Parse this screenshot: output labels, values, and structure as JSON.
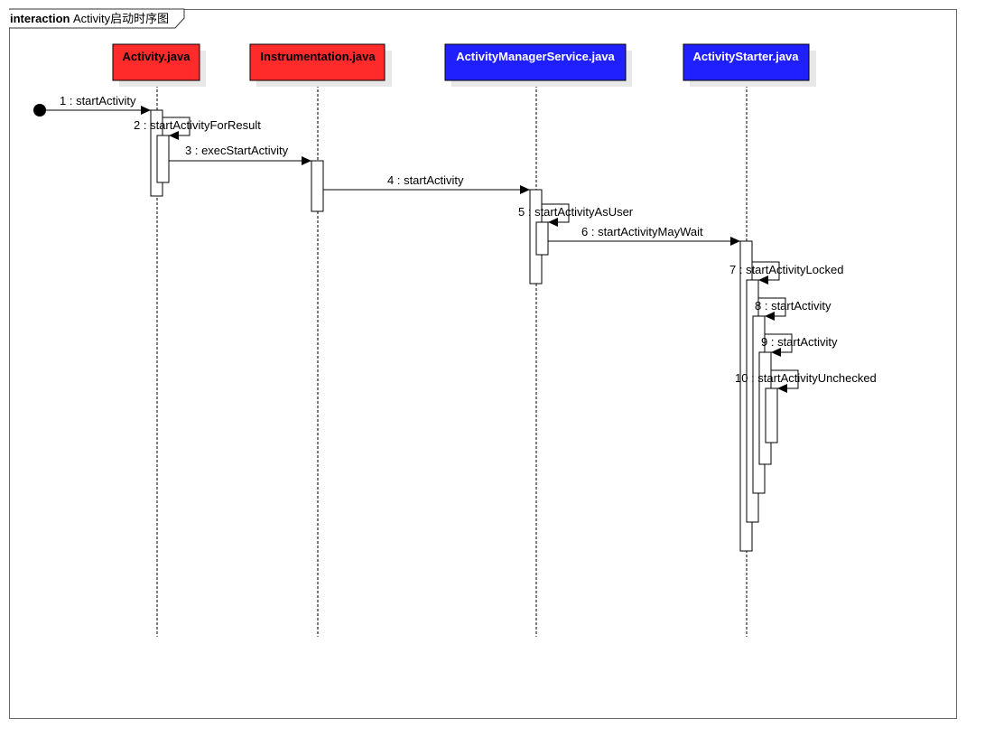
{
  "frame": {
    "keyword": "interaction",
    "title": "Activity启动时序图"
  },
  "lifelines": [
    {
      "id": "activity",
      "label": "Activity.java",
      "fill": "#ff2b2b",
      "text_color": "#000000"
    },
    {
      "id": "instrumentation",
      "label": "Instrumentation.java",
      "fill": "#ff2b2b",
      "text_color": "#000000"
    },
    {
      "id": "ams",
      "label": "ActivityManagerService.java",
      "fill": "#2020ff",
      "text_color": "#ffffff"
    },
    {
      "id": "starter",
      "label": "ActivityStarter.java",
      "fill": "#2020ff",
      "text_color": "#ffffff"
    }
  ],
  "messages": [
    {
      "num": "1",
      "label": "1 : startActivity",
      "from": "start",
      "to": "activity",
      "kind": "found"
    },
    {
      "num": "2",
      "label": "2 : startActivityForResult",
      "from": "activity",
      "to": "activity",
      "kind": "self"
    },
    {
      "num": "3",
      "label": "3 : execStartActivity",
      "from": "activity",
      "to": "instrumentation",
      "kind": "call"
    },
    {
      "num": "4",
      "label": "4 : startActivity",
      "from": "instrumentation",
      "to": "ams",
      "kind": "call"
    },
    {
      "num": "5",
      "label": "5 : startActivityAsUser",
      "from": "ams",
      "to": "ams",
      "kind": "self"
    },
    {
      "num": "6",
      "label": "6 : startActivityMayWait",
      "from": "ams",
      "to": "starter",
      "kind": "call"
    },
    {
      "num": "7",
      "label": "7 : startActivityLocked",
      "from": "starter",
      "to": "starter",
      "kind": "self"
    },
    {
      "num": "8",
      "label": "8 : startActivity",
      "from": "starter",
      "to": "starter",
      "kind": "self"
    },
    {
      "num": "9",
      "label": "9 : startActivity",
      "from": "starter",
      "to": "starter",
      "kind": "self"
    },
    {
      "num": "10",
      "label": "10 : startActivityUnchecked",
      "from": "starter",
      "to": "starter",
      "kind": "self"
    }
  ]
}
